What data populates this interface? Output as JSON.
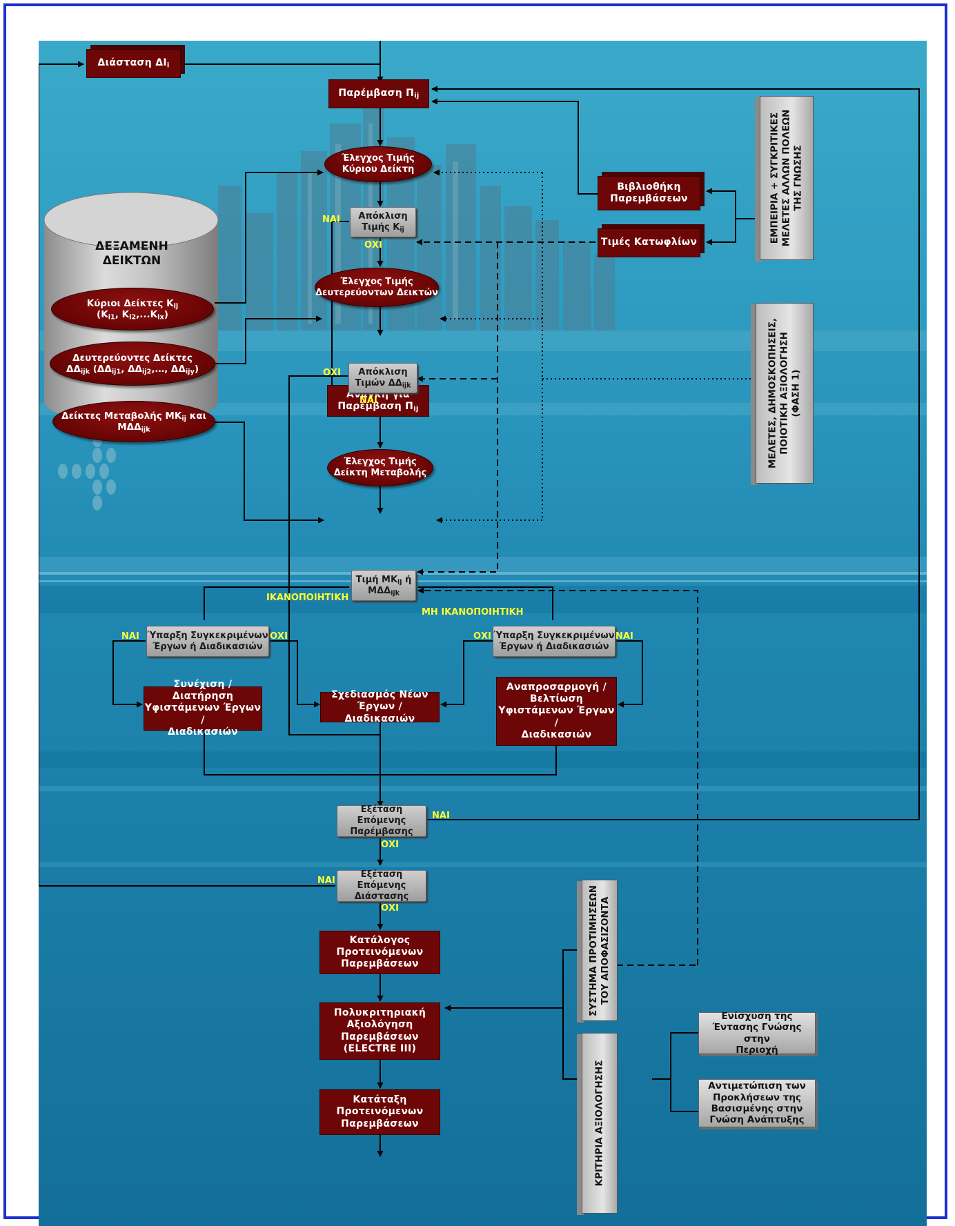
{
  "colors": {
    "frame": "#1a2fd0",
    "box_red": "#6d0606",
    "label_yellow": "#ffff33",
    "bg_teal": "#1f8db3"
  },
  "nodes": {
    "dimension": {
      "text": "Διάσταση ΔΙ",
      "sub": "i"
    },
    "intervention": {
      "text": "Παρέμβαση Π",
      "sub": "ij"
    },
    "check_main": {
      "line1": "Έλεγχος Τιμής",
      "line2": "Κύριου Δείκτη"
    },
    "dev_main": {
      "line1": "Απόκλιση",
      "line2": "Τιμής Κ",
      "sub": "ij"
    },
    "check_secondary": {
      "line1": "Έλεγχος Τιμής",
      "line2": "Δευτερεύοντων Δεικτών"
    },
    "dev_secondary": {
      "line1": "Απόκλιση",
      "line2": "Τιμών ΔΔ",
      "sub": "ijk"
    },
    "need_intervention": {
      "line1": "Ανάγκη για",
      "line2": "Παρέμβαση Π",
      "sub": "ij"
    },
    "check_change": {
      "line1": "Έλεγχος Τιμής",
      "line2": "Δείκτη Μεταβολής"
    },
    "change_value": {
      "a": "Τιμή ΜΚ",
      "a_sub": "ij",
      "a_tail": " ή",
      "b": "ΜΔΔ",
      "b_sub": "ijk"
    },
    "existing_left": {
      "line1": "Ύπαρξη Συγκεκριμένων",
      "line2": "Έργων ή Διαδικασιών"
    },
    "existing_right": {
      "line1": "Ύπαρξη Συγκεκριμένων",
      "line2": "Έργων ή Διαδικασιών"
    },
    "continue_existing": {
      "line1": "Συνέχιση / Διατήρηση",
      "line2": "Υφιστάμενων Έργων /",
      "line3": "Διαδικασιών"
    },
    "design_new": {
      "line1": "Σχεδιασμός Νέων",
      "line2": "Έργων / Διαδικασιών"
    },
    "adapt_existing": {
      "line1": "Αναπροσαρμογή /",
      "line2": "Βελτίωση",
      "line3": "Υφιστάμενων Έργων /",
      "line4": "Διαδικασιών"
    },
    "next_intervention": {
      "line1": "Εξέταση Επόμενης",
      "line2": "Παρέμβασης"
    },
    "next_dimension": {
      "line1": "Εξέταση Επόμενης",
      "line2": "Διάστασης"
    },
    "proposed_list": {
      "line1": "Κατάλογος",
      "line2": "Προτεινόμενων",
      "line3": "Παρεμβάσεων"
    },
    "multicriteria": {
      "line1": "Πολυκριτηριακή",
      "line2": "Αξιολόγηση",
      "line3": "Παρεμβάσεων",
      "line4": "(ELECTRE III)"
    },
    "ranking": {
      "line1": "Κατάταξη",
      "line2": "Προτεινόμενων",
      "line3": "Παρεμβάσεων"
    },
    "library": {
      "line1": "Βιβλιοθήκη",
      "line2": "Παρεμβάσεων"
    },
    "thresholds": {
      "text": "Τιμές Κατωφλίων"
    },
    "criterion_knowledge": {
      "line1": "Ενίσχυση της",
      "line2": "Έντασης Γνώσης στην",
      "line3": "Περιοχή"
    },
    "criterion_challenges": {
      "line1": "Αντιμετώπιση των",
      "line2": "Προκλήσεων της",
      "line3": "Βασισμένης στην",
      "line4": "Γνώση Ανάπτυξης"
    }
  },
  "reservoir": {
    "title1": "ΔΕΞΑΜΕΝΗ",
    "title2": "ΔΕΙΚΤΩΝ",
    "main": {
      "a": "Κύριοι Δείκτες Κ",
      "a_sub": "ij",
      "b1": "(Κ",
      "b1s": "i1",
      "b2": ", Κ",
      "b2s": "i2",
      "b3": ",...Κ",
      "b3s": "ix",
      "b4": ")"
    },
    "secondary": {
      "a": "Δευτερεύοντες Δείκτες",
      "b1": "ΔΔ",
      "b1s": "ijk",
      "b2": " (ΔΔ",
      "b2s": "ij1",
      "b3": ", ΔΔ",
      "b3s": "ij2",
      "b4": ",…, ΔΔ",
      "b4s": "ijy",
      "b5": ")"
    },
    "change": {
      "a": "Δείκτες Μεταβολής ΜΚ",
      "a_sub": "ij",
      "a_tail": " και",
      "b": "ΜΔΔ",
      "b_sub": "ijk"
    }
  },
  "vertical_boxes": {
    "experience": {
      "line1": "ΕΜΠΕΙΡΙΑ + ΣΥΓΚΡΙΤΙΚΕΣ",
      "line2": "ΜΕΛΕΤΕΣ ΑΛΛΩΝ ΠΟΛΕΩΝ",
      "line3": "ΤΗΣ ΓΝΩΣΗΣ"
    },
    "studies": {
      "line1": "ΜΕΛΕΤΕΣ, ΔΗΜΟΣΚΟΠΗΣΕΙΣ,",
      "line2": "ΠΟΙΟΤΙΚΗ ΑΞΙΟΛΟΓΗΣΗ",
      "line3": "(ΦΑΣΗ 1)"
    },
    "preferences": {
      "line1": "ΣΥΣΤΗΜΑ ΠΡΟΤΙΜΗΣΕΩΝ",
      "line2": "ΤΟΥ ΑΠΟΦΑΣΙΖΟΝΤΑ"
    },
    "criteria": {
      "line1": "ΚΡΙΤΗΡΙΑ ΑΞΙΟΛΟΓΗΣΗΣ"
    }
  },
  "labels": {
    "yes": "ΝΑΙ",
    "no": "ΟΧΙ",
    "satisfactory": "ΙΚΑΝΟΠΟΙΗΤΙΚΗ",
    "unsatisfactory": "ΜΗ ΙΚΑΝΟΠΟΙΗΤΙΚΗ"
  }
}
